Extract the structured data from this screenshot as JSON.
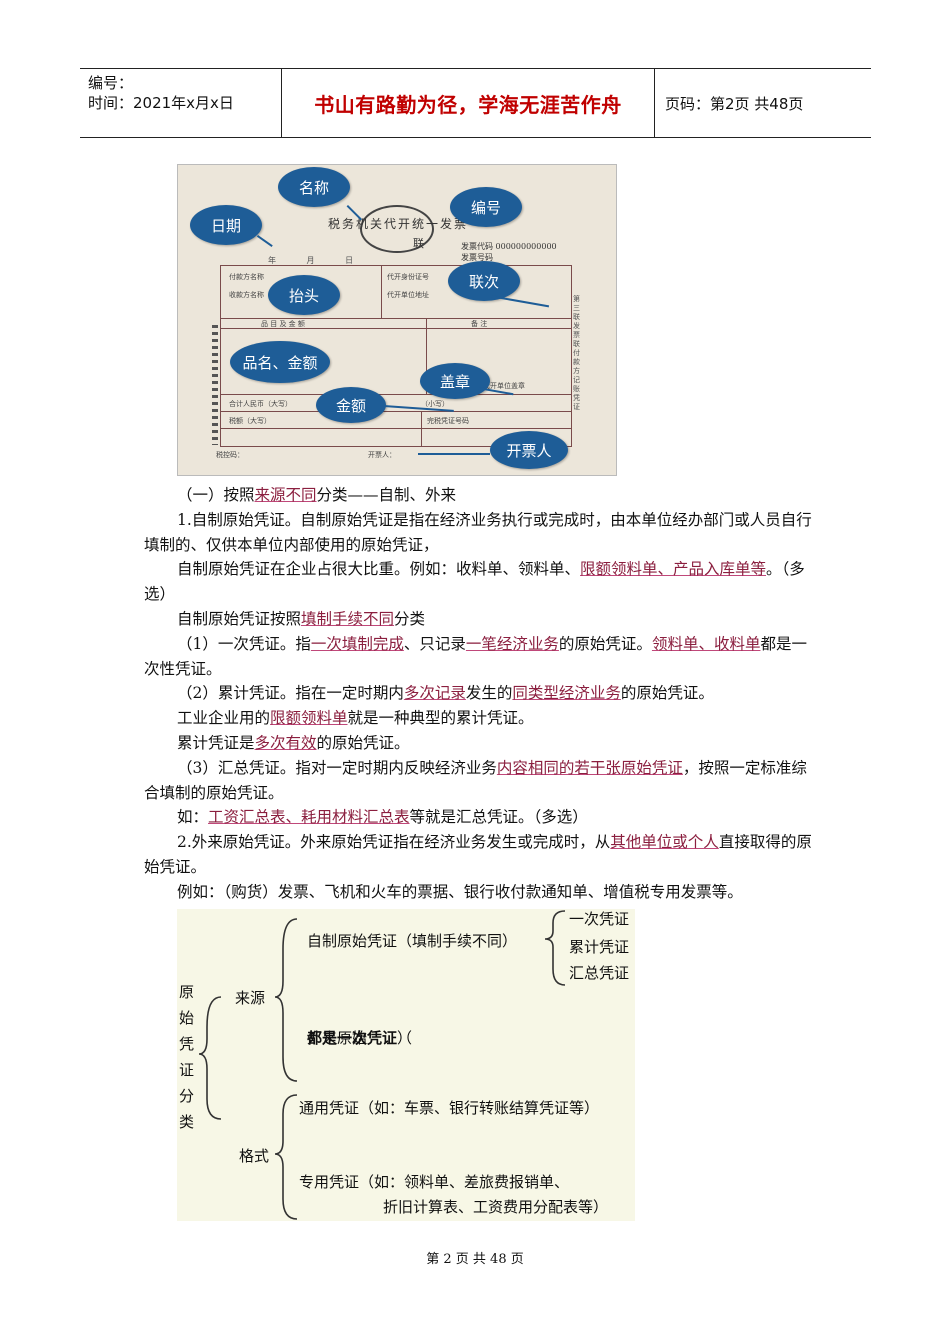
{
  "header": {
    "number_label": "编号：",
    "time_label": "时间：2021年x月x日",
    "motto": "书山有路勤为径，学海无涯苦作舟",
    "page_info": "页码：第2页  共48页"
  },
  "invoice_figure": {
    "title": "税务机关代开统一发票",
    "lian": "联",
    "date_row": "年 月 日",
    "code_line1": "发票代码 000000000000",
    "code_line2": "发票号码",
    "fields": [
      "付款方名称",
      "收款方名称",
      "代开身份证号",
      "代开单位地址",
      "品 目 及 金 额",
      "备 注",
      "合计人民币（大写）",
      "（小写）",
      "税额（大写）",
      "完税凭证号码",
      "代开单位盖章",
      "税控码：",
      "开票人："
    ],
    "side_text": "第三联 发票联 付款方记账凭证",
    "bubbles": {
      "name": "名称",
      "date": "日期",
      "number": "编号",
      "header": "抬头",
      "copy": "联次",
      "item_amount": "品名、金额",
      "stamp": "盖章",
      "amount": "金额",
      "drawer": "开票人"
    }
  },
  "content": {
    "p1_a": "（一）按照",
    "p1_u": "来源不同",
    "p1_b": "分类——自制、外来",
    "p2": "1.自制原始凭证。自制原始凭证是指在经济业务执行或完成时，由本单位经办部门或人员自行填制的、仅供本单位内部使用的原始凭证，",
    "p3_a": "自制原始凭证在企业占很大比重。例如：收料单、领料单、",
    "p3_u": "限额领料单、产品入库单等",
    "p3_b": "。（多选）",
    "p4_a": "自制原始凭证按照",
    "p4_u": "填制手续不同",
    "p4_b": "分类",
    "p5_a": "（1）一次凭证。指",
    "p5_u1": "一次填制完成",
    "p5_b": "、只记录",
    "p5_u2": "一笔经济业务",
    "p5_c": "的原始凭证。",
    "p5_u3": "领料单、收料单",
    "p5_d": "都是一次性凭证。",
    "p6_a": "（2）累计凭证。指在一定时期内",
    "p6_u1": "多次记录",
    "p6_b": "发生的",
    "p6_u2": "同类型经济业务",
    "p6_c": "的原始凭证。",
    "p7_a": "工业企业用的",
    "p7_u": "限额领料单",
    "p7_b": "就是一种典型的累计凭证。",
    "p8_a": "累计凭证是",
    "p8_u": "多次有效",
    "p8_b": "的原始凭证。",
    "p9_a": "（3）汇总凭证。指对一定时期内反映经济业务",
    "p9_u": "内容相同的若干张原始凭证",
    "p9_b": "，按照一定标准综合填制的原始凭证。",
    "p10_a": "如：",
    "p10_u": "工资汇总表、耗用材料汇总表",
    "p10_b": "等就是汇总凭证。（多选）",
    "p11_a": "2.外来原始凭证。外来原始凭证指在经济业务发生或完成时，从",
    "p11_u": "其他单位或个人",
    "p11_b": "直接取得的原始凭证。",
    "p12": "例如：（购货）发票、飞机和火车的票据、银行收付款通知单、增值税专用发票等。"
  },
  "classification": {
    "root": "原始凭证分类",
    "source": "来源",
    "format": "格式",
    "self_made": "自制原始凭证（填制手续不同）",
    "one_time": "一次凭证",
    "cumulative": "累计凭证",
    "summary": "汇总凭证",
    "external_a": "外来原始凭证（",
    "external_bold": "都是一次凭证",
    "external_b": "）",
    "general": "通用凭证（如：车票、银行转账结算凭证等）",
    "special_1": "专用凭证（如：领料单、差旅费报销单、",
    "special_2": "折旧计算表、工资费用分配表等）"
  },
  "footer": "第 2 页 共 48 页"
}
